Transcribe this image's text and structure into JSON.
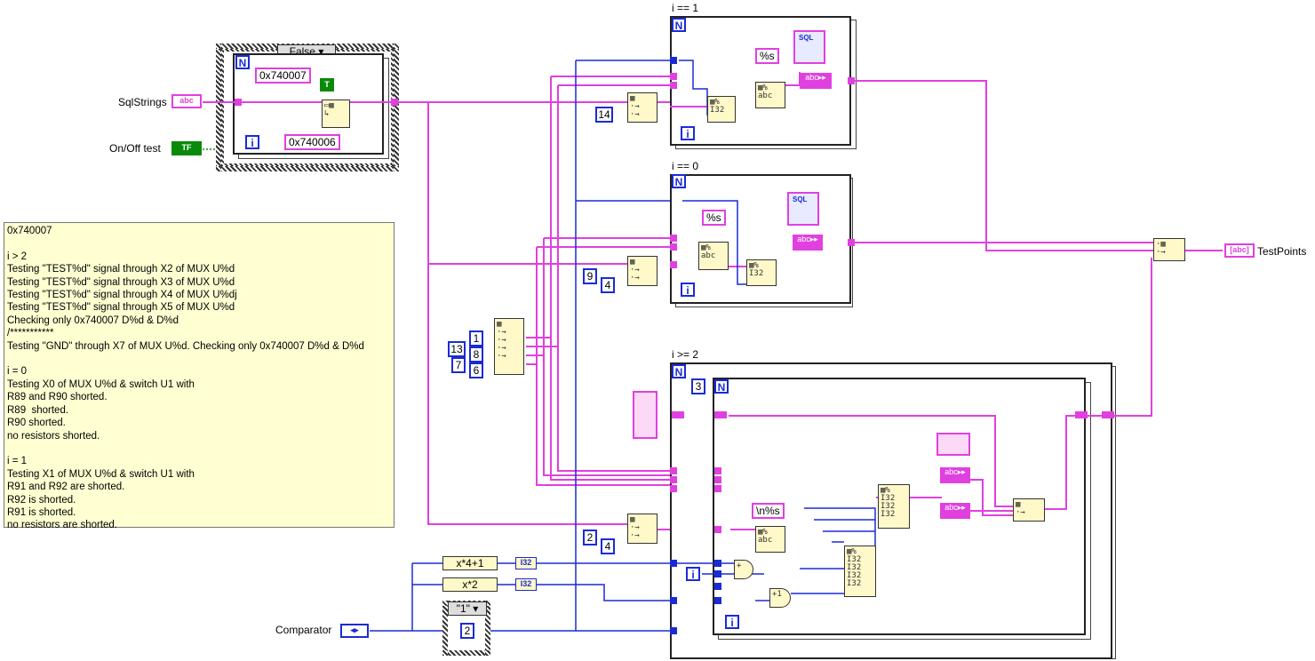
{
  "diagram": {
    "case_labels": {
      "case1": "i == 1",
      "case0": "i == 0",
      "case2": "i >= 2"
    },
    "case_selector": "False",
    "comparator_case": "\"1\"",
    "controls": {
      "sql_strings": "SqlStrings",
      "on_off_test": "On/Off test",
      "comparator": "Comparator",
      "test_points": "TestPoints"
    },
    "constants": {
      "hex_a": "0x740007",
      "hex_b": "0x740006",
      "bool_t": "T",
      "fmt_s1": "%s",
      "fmt_s2": "%s",
      "fmt_ns": "\\n%s",
      "num_14": "14",
      "num_9": "9",
      "num_4a": "4",
      "num_13": "13",
      "num_7": "7",
      "num_1": "1",
      "num_8": "8",
      "num_6": "6",
      "num_2a": "2",
      "num_4b": "4",
      "num_3": "3",
      "num_2b": "2"
    },
    "expressions": {
      "expr1": "x*4+1",
      "expr2": "x*2",
      "type1": "I32",
      "type2": "I32"
    },
    "loop_labels": {
      "n": "N",
      "i": "i"
    },
    "comment_lines": [
      "0x740007",
      "",
      "i > 2",
      "Testing \"TEST%d\" signal through X2 of MUX U%d",
      "Testing \"TEST%d\" signal through X3 of MUX U%d",
      "Testing \"TEST%d\" signal through X4 of MUX U%dj",
      "Testing \"TEST%d\" signal through X5 of MUX U%d",
      "Checking only 0x740007 D%d & D%d",
      "/***********",
      "Testing \"GND\" through X7 of MUX U%d. Checking only 0x740007 D%d & D%d",
      "",
      "i = 0",
      "Testing X0 of MUX U%d & switch U1 with",
      "R89 and R90 shorted.",
      "R89  shorted.",
      "R90 shorted.",
      "no resistors shorted.",
      "",
      "i = 1",
      "Testing X1 of MUX U%d & switch U1 with",
      "R91 and R92 are shorted.",
      "R92 is shorted.",
      "R91 is shorted.",
      "no resistors are shorted."
    ],
    "colors": {
      "string_wire": "#e040e0",
      "numeric_wire": "#1a2bd6",
      "boolean_wire": "#0a8a0a",
      "comment_bg": "#ffffd2",
      "node_bg": "#fff8c8"
    }
  }
}
